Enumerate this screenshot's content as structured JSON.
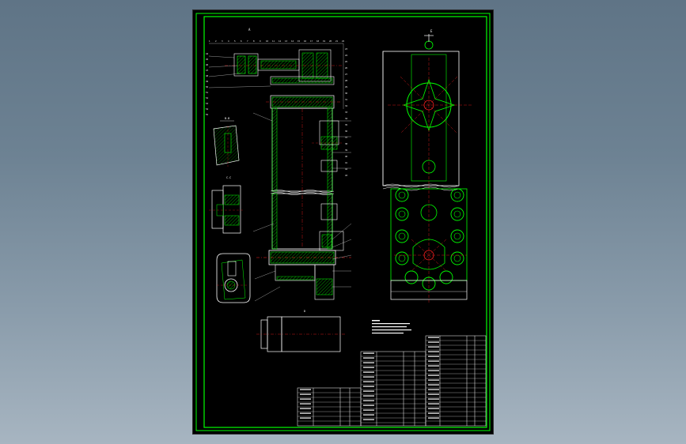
{
  "sheet": {
    "background": "#000000",
    "frame_color": "#00ff00",
    "line_color": "#ffffff",
    "center_color": "#ff2020",
    "hatch_color": "#00c000"
  },
  "views": {
    "section_a_label": "A",
    "section_b_label": "B-B",
    "section_c_label": "C-C",
    "view_d_label": "D",
    "view_e_label": "E"
  },
  "part_numbers_top": [
    "1",
    "2",
    "3",
    "4",
    "5",
    "6",
    "7",
    "8",
    "9",
    "10",
    "11",
    "12",
    "13",
    "14",
    "15",
    "16",
    "17",
    "18",
    "19",
    "20",
    "21",
    "22"
  ],
  "part_numbers_right": [
    "23",
    "24",
    "25",
    "26",
    "27",
    "28",
    "29",
    "30",
    "31",
    "32",
    "33",
    "34",
    "35",
    "36",
    "37",
    "38",
    "39",
    "40",
    "41",
    "42",
    "43"
  ],
  "part_numbers_left": [
    "44",
    "45",
    "46",
    "47",
    "48",
    "49",
    "50",
    "51",
    "52",
    "53",
    "54",
    "55"
  ]
}
